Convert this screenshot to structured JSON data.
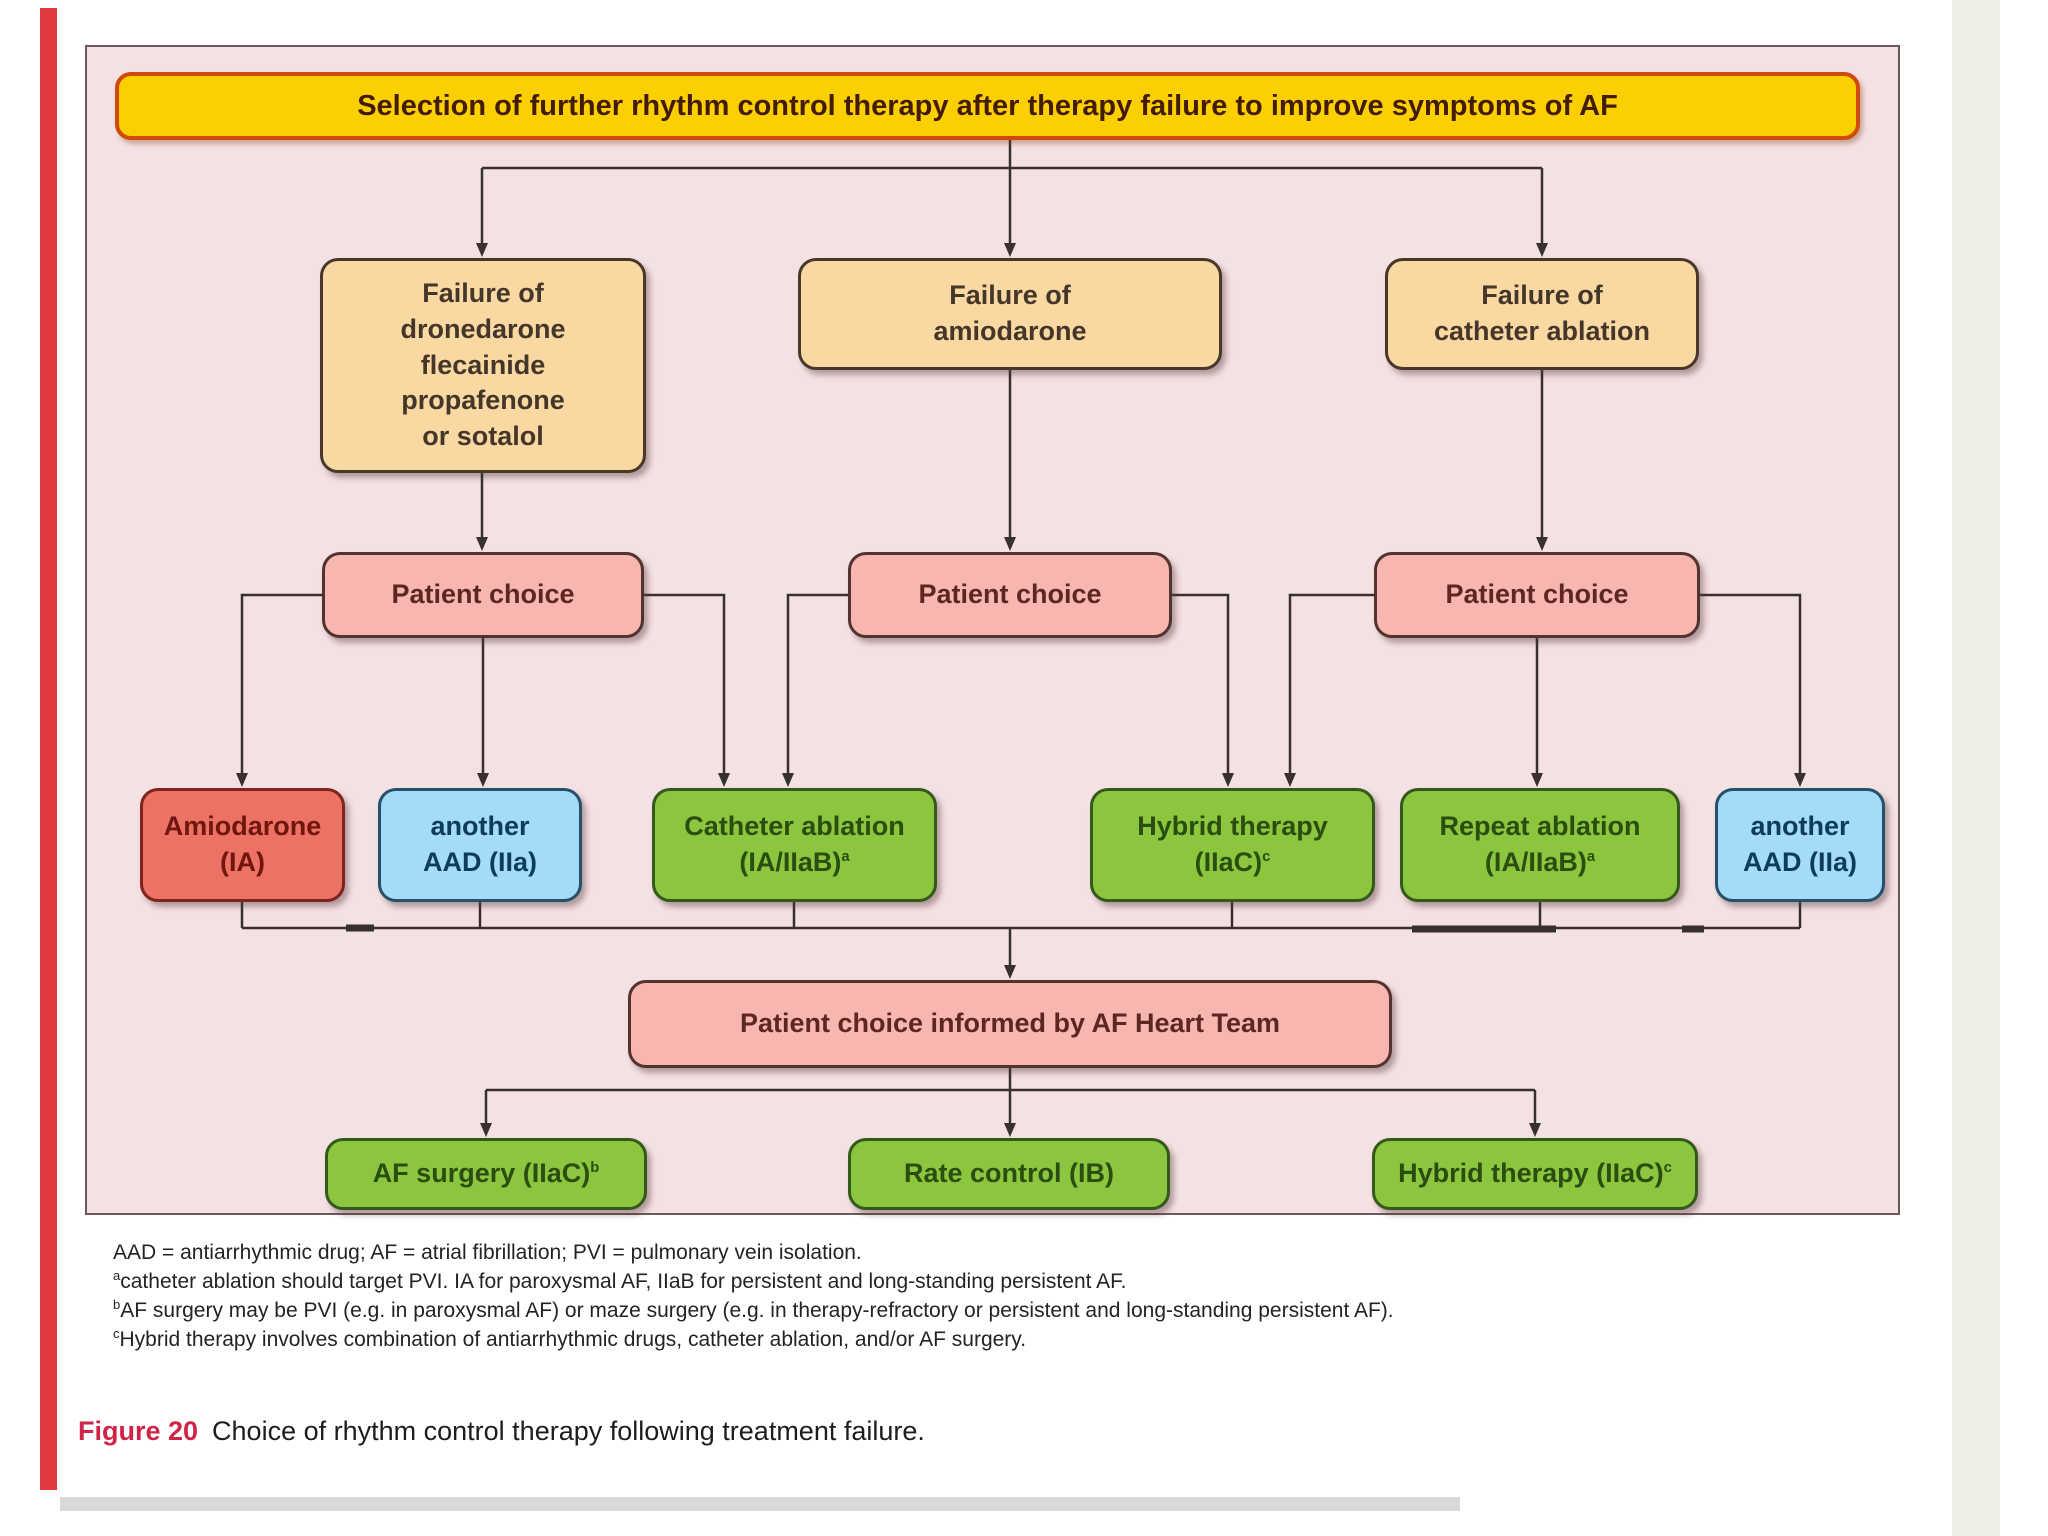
{
  "figure": {
    "title_bar": "Selection of further rhythm control therapy after therapy failure to improve symptoms of AF",
    "caption": {
      "label": "Figure 20",
      "text": "Choice of rhythm control therapy following treatment failure."
    }
  },
  "nodes": {
    "failure_aad": {
      "lines": [
        "Failure of",
        "dronedarone",
        "flecainide",
        "propafenone",
        "or sotalol"
      ]
    },
    "failure_amiodarone": {
      "lines": [
        "Failure of",
        "amiodarone"
      ]
    },
    "failure_catheter_ablation": {
      "lines": [
        "Failure of",
        "catheter ablation"
      ]
    },
    "patient_choice_1": {
      "label": "Patient choice"
    },
    "patient_choice_2": {
      "label": "Patient choice"
    },
    "patient_choice_3": {
      "label": "Patient choice"
    },
    "amiodarone": {
      "line1": "Amiodarone",
      "line2": "(IA)"
    },
    "another_aad_1": {
      "line1": "another",
      "line2": "AAD (IIa)"
    },
    "catheter_ablation": {
      "line1": "Catheter ablation",
      "line2": "(IA/IIaB)",
      "sup": "a"
    },
    "hybrid_therapy": {
      "line1": "Hybrid therapy",
      "line2": "(IIaC)",
      "sup": "c"
    },
    "repeat_ablation": {
      "line1": "Repeat ablation",
      "line2": "(IA/IIaB)",
      "sup": "a"
    },
    "another_aad_2": {
      "line1": "another",
      "line2": "AAD (IIa)"
    },
    "heart_team": {
      "label": "Patient choice informed by AF Heart Team"
    },
    "af_surgery": {
      "label": "AF surgery (IIaC)",
      "sup": "b"
    },
    "rate_control": {
      "label": "Rate control (IB)",
      "sup": ""
    },
    "hybrid_therapy_2": {
      "label": "Hybrid therapy (IIaC)",
      "sup": "c"
    }
  },
  "footnotes": [
    {
      "sup": "",
      "text": "AAD = antiarrhythmic drug; AF = atrial fibrillation; PVI = pulmonary vein isolation."
    },
    {
      "sup": "a",
      "text": "catheter ablation should target PVI. IA for paroxysmal AF, IIaB for persistent and long-standing persistent AF."
    },
    {
      "sup": "b",
      "text": "AF surgery may be PVI (e.g. in paroxysmal AF) or maze surgery (e.g. in therapy-refractory or persistent and long-standing persistent AF)."
    },
    {
      "sup": "c",
      "text": "Hybrid therapy involves combination of antiarrhythmic drugs, catheter ablation, and/or AF surgery."
    }
  ],
  "colors": {
    "page_background": "#ffffff",
    "panel_background": "#f4e1e3",
    "panel_border": "#6c5858",
    "left_rule_red": "#e23b3f",
    "title_fill": "#fcd000",
    "title_border": "#d14a0b",
    "orange_fill": "#fad8a2",
    "pink_fill": "#f8b6b0",
    "red_fill": "#ec7266",
    "blue_fill": "#a4dbf6",
    "green_fill": "#8cc63f",
    "connector": "#37302e",
    "caption_label_red": "#cf2347"
  }
}
